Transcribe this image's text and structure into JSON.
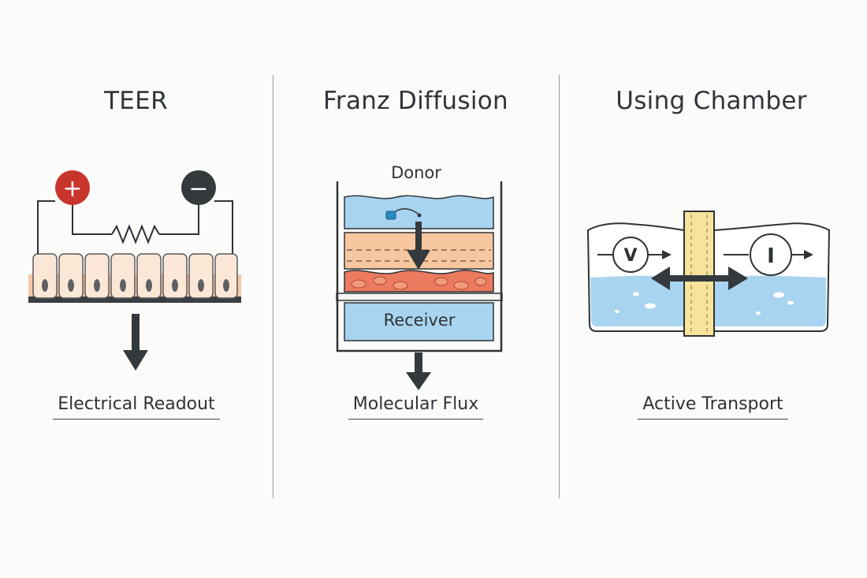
{
  "panels": {
    "teer": {
      "title": "TEER",
      "caption": "Electrical Readout",
      "positive_symbol": "+",
      "negative_symbol": "−"
    },
    "franz": {
      "title": "Franz Diffusion",
      "caption": "Molecular Flux",
      "donor_label": "Donor",
      "receiver_label": "Receiver"
    },
    "ussing": {
      "title": "Using Chamber",
      "caption": "Active Transport",
      "voltmeter_symbol": "V",
      "ammeter_symbol": "I"
    }
  },
  "colors": {
    "positive_terminal": "#c8352c",
    "negative_terminal": "#33393d",
    "cells": "#fbe7d6",
    "cell_base": "#f2c9a6",
    "water": "#a9d4f0",
    "tissue_upper": "#f7c79f",
    "tissue_lower": "#ec7a5e",
    "membrane": "#f7e39a",
    "arrow": "#33393d"
  }
}
